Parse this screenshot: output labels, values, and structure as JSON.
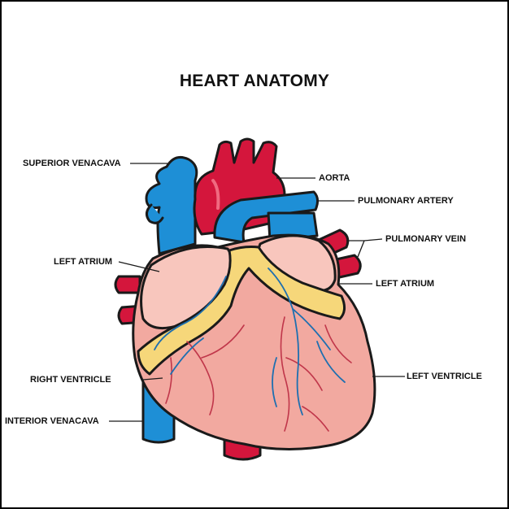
{
  "title": "HEART ANATOMY",
  "labels": {
    "superior_venacava": "SUPERIOR VENACAVA",
    "aorta": "AORTA",
    "pulmonary_artery": "PULMONARY ARTERY",
    "pulmonary_vein": "PULMONARY VEIN",
    "left_atrium_left": "LEFT ATRIUM",
    "left_atrium_right": "LEFT ATRIUM",
    "right_ventricle": "RIGHT VENTRICLE",
    "left_ventricle": "LEFT VENTRICLE",
    "interior_venacava": "INTERIOR VENACAVA"
  },
  "colors": {
    "vessel_red": "#d4163c",
    "vessel_blue": "#1e8fd6",
    "muscle_pink": "#f2a9a0",
    "muscle_light": "#f8c6bd",
    "fat_yellow": "#f6d77a",
    "capillary_red": "#c0364a",
    "outline": "#1a1a1a"
  }
}
